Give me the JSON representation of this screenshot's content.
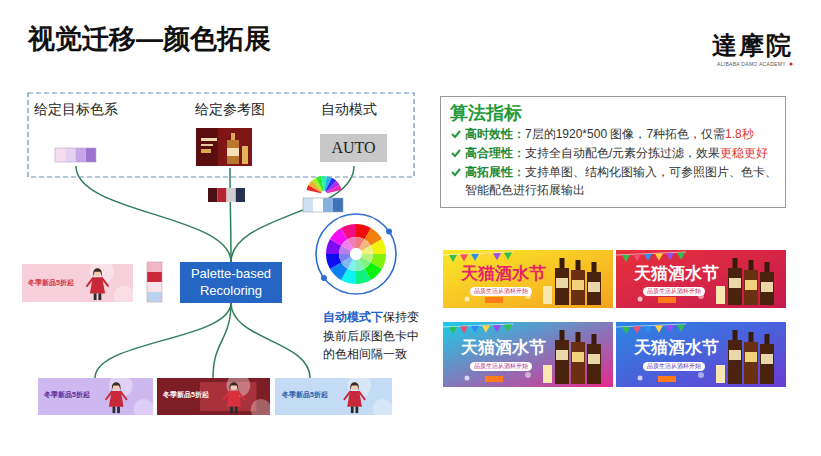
{
  "diagram": {
    "title": "视觉迁移—颜色拓展",
    "nodes": [
      {
        "text": [
          "给定目标色系"
        ]
      },
      {
        "text": [
          "给定参考图"
        ]
      },
      {
        "text": [
          "自动模式"
        ]
      },
      {
        "text": [
          "AUTO"
        ],
        "in": 2
      },
      {
        "text": [
          "Palette-based Recoloring"
        ]
      },
      {
        "text": [
          "算法指标",
          "高时效性：",
          "7层的1920*500 图像，7种拓色，仅需",
          "1.8秒",
          "高合理性：",
          "支持全自动配色/元素分拣过滤，效果",
          "更稳更好",
          "高拓展性：",
          "支持单图、结构化图输入，可参照图片、色卡、智能配色进行拓展输出"
        ]
      }
    ],
    "edges": [
      {
        "from": 0,
        "to": 4,
        "arrow": "none"
      },
      {
        "from": 1,
        "to": 4,
        "arrow": "none"
      },
      {
        "from": 2,
        "to": 4,
        "arrow": "none"
      }
    ],
    "labels": [
      "達摩院",
      "ALIBABA DAMO ACADEMY",
      "冬季新品5折起",
      "冬季新品5折起",
      "冬季新品5折起",
      "冬季新品5折起",
      "自动模式下",
      "保持变换前后原图色卡中的色相间隔一致",
      "天猫酒水节",
      "品质生活从酒杯开始",
      "天猫酒水节",
      "品质生活从酒杯开始",
      "天猫酒水节",
      "品质生活从酒杯开始",
      "天猫酒水节",
      "品质生活从酒杯开始"
    ]
  }
}
